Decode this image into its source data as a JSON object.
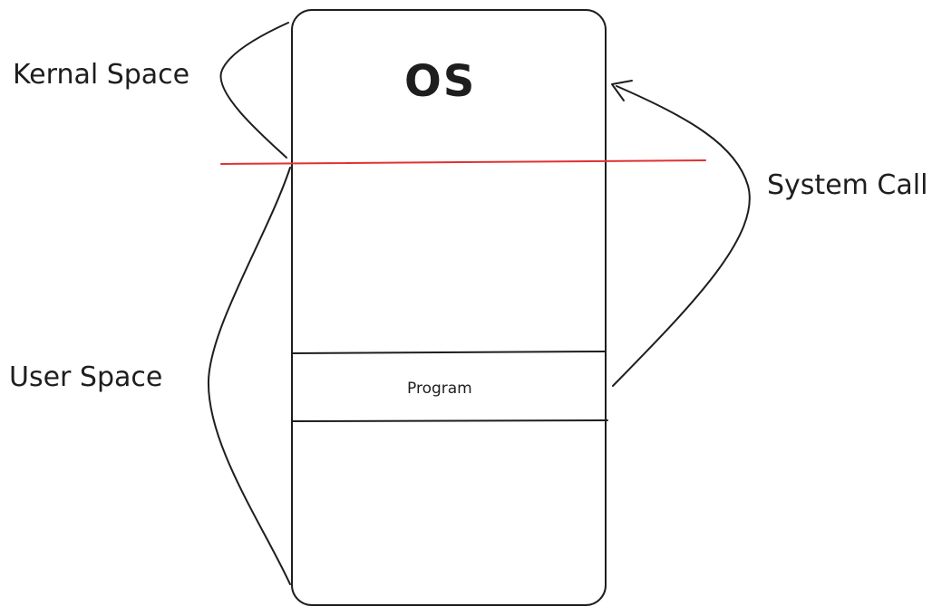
{
  "labels": {
    "kernel_space": "Kernal Space",
    "user_space": "User Space",
    "system_call": "System Call",
    "os": "OS",
    "program": "Program"
  },
  "colors": {
    "stroke": "#1e1e1e",
    "divider": "#e03131",
    "background": "#ffffff"
  }
}
